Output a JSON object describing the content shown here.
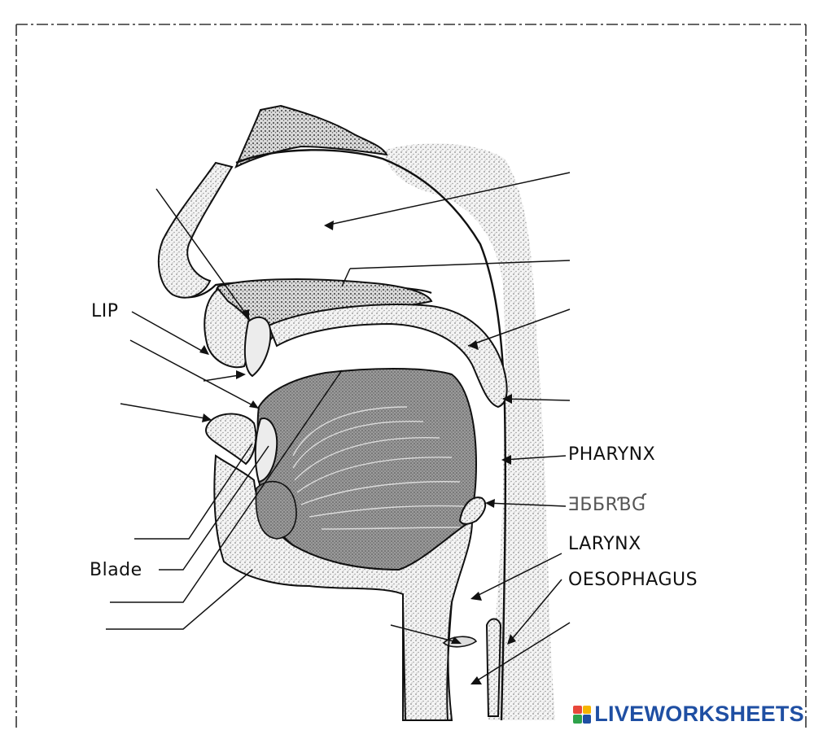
{
  "labels": {
    "lip": "LIP",
    "pharynx": "PHARYNX",
    "epiglottis_garbled": "ƎƂƂRƁƓ",
    "larynx": "LARYNX",
    "oesophagus": "OESOPHAGUS",
    "blade": "Blade"
  },
  "branding": {
    "name": "LIVEWORKSHEETS",
    "logo_colors": [
      "#e8473b",
      "#f5b400",
      "#2ea24a",
      "#1f4fa3"
    ]
  },
  "colors": {
    "ink": "#111111",
    "stipple": "#b9b9b9",
    "tongue": "#8a8a8a",
    "brand": "#1f4fa3"
  },
  "icons": {
    "logo": "liveworksheets-logo-icon"
  }
}
